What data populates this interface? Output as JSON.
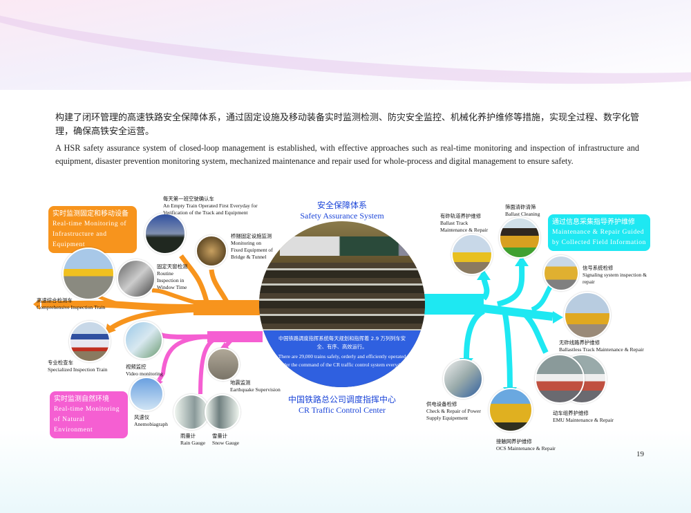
{
  "intro": {
    "cn": "构建了闭环管理的高速铁路安全保障体系，通过固定设施及移动装备实时监测检测、防灾安全监控、机械化养护维修等措施，实现全过程、数字化管理，确保高铁安全运营。",
    "en": "A HSR safety assurance system of closed-loop management is established, with effective approaches such as real-time monitoring and inspection of infrastructure and equipment, disaster prevention monitoring system, mechanized maintenance and repair used for whole-process and digital management to ensure safety."
  },
  "center": {
    "title_cn": "安全保障体系",
    "title_en": "Safety Assurance System",
    "desc_cn": "中国铁路调度指挥系统每天规划和指挥着 2.9 万列列车安全、有序、高效运行。",
    "desc_en": "There are 29,000 trains safely, orderly and efficiently operated under the command of the CR traffic control system everyday.",
    "footer_cn": "中国铁路总公司调度指挥中心",
    "footer_en": "CR Traffic Control Center"
  },
  "groups": {
    "infrastructure": {
      "cn": "实时监测固定和移动设备",
      "en": "Real-time Monitoring of Infrastructure and Equipment",
      "color": "#f7941d"
    },
    "natural": {
      "cn": "实时监测自然环境",
      "en": "Real-time Monitoring of Natural Environment",
      "color": "#f55fd2"
    },
    "maintenance": {
      "cn": "通过信息采集指导养护维修",
      "en": "Maintenance & Repair Guided by Collected Field Information",
      "color": "#1ee8f2"
    }
  },
  "items": {
    "empty_train": {
      "cn": "每天第一班空驶确认车",
      "en": "An Empty Train Operated First Everyday for Verification of the Track and Equipment"
    },
    "bridge_tunnel": {
      "cn": "桥隧固定设施监测",
      "en": "Monitoring on Fixed Equipment of Bridge & Tunnel"
    },
    "routine": {
      "cn": "固定天窗检测",
      "en": "Routine Inspection in Window Time"
    },
    "comprehensive": {
      "cn": "高速综合检测车",
      "en": "Comprehensive Inspection Train"
    },
    "specialized": {
      "cn": "专业检查车",
      "en": "Specialized Inspection Train"
    },
    "video": {
      "cn": "视频监控",
      "en": "Video monitoring"
    },
    "anemo": {
      "cn": "风速仪",
      "en": "Anemobiagraph"
    },
    "rain": {
      "cn": "雨量计",
      "en": "Rain Gauge"
    },
    "snow": {
      "cn": "雪量计",
      "en": "Snow Gauge"
    },
    "earthquake": {
      "cn": "地震监测",
      "en": "Earthquake Supervision"
    },
    "ballast_track": {
      "cn": "有砟轨道养护维修",
      "en": "Ballast Track Maintenance & Repair"
    },
    "ballast_cleaning": {
      "cn": "筛面清砟清筛",
      "en": "Ballast Cleaning"
    },
    "signaling": {
      "cn": "信号系统检修",
      "en": "Signaling system inspection & repair"
    },
    "ballastless": {
      "cn": "无砟线路养护维修",
      "en": "Ballastless Track Maintenance & Repair"
    },
    "power": {
      "cn": "供电设备检修",
      "en": "Check & Repair of Power Supply Equipement"
    },
    "ocs": {
      "cn": "接触网养护维修",
      "en": "OCS Maintenance & Repair"
    },
    "emu": {
      "cn": "动车组养护维修",
      "en": "EMU Maintenance & Repair"
    }
  },
  "page_number": "19"
}
